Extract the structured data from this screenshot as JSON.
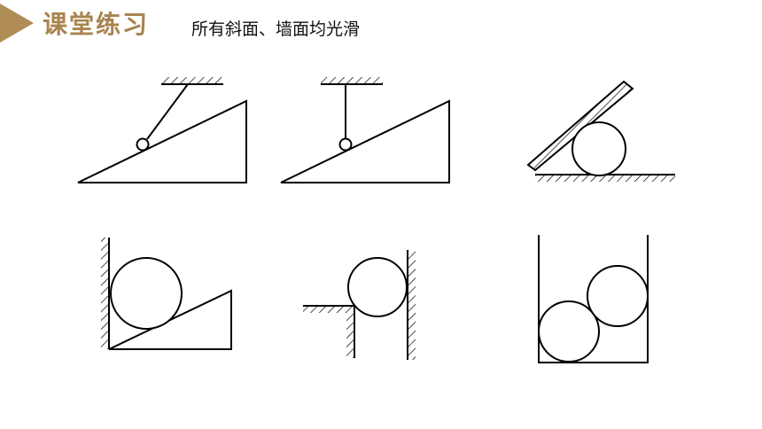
{
  "header": {
    "title": "课堂练习",
    "subtitle": "所有斜面、墙面均光滑",
    "accent_color": "#b08d57"
  },
  "figures": [
    {
      "name": "ball-on-incline-slanted-string"
    },
    {
      "name": "ball-on-incline-vertical-string"
    },
    {
      "name": "ball-under-board-on-floor"
    },
    {
      "name": "ball-between-wall-and-wedge"
    },
    {
      "name": "ball-on-step-against-wall"
    },
    {
      "name": "two-balls-in-container"
    }
  ]
}
